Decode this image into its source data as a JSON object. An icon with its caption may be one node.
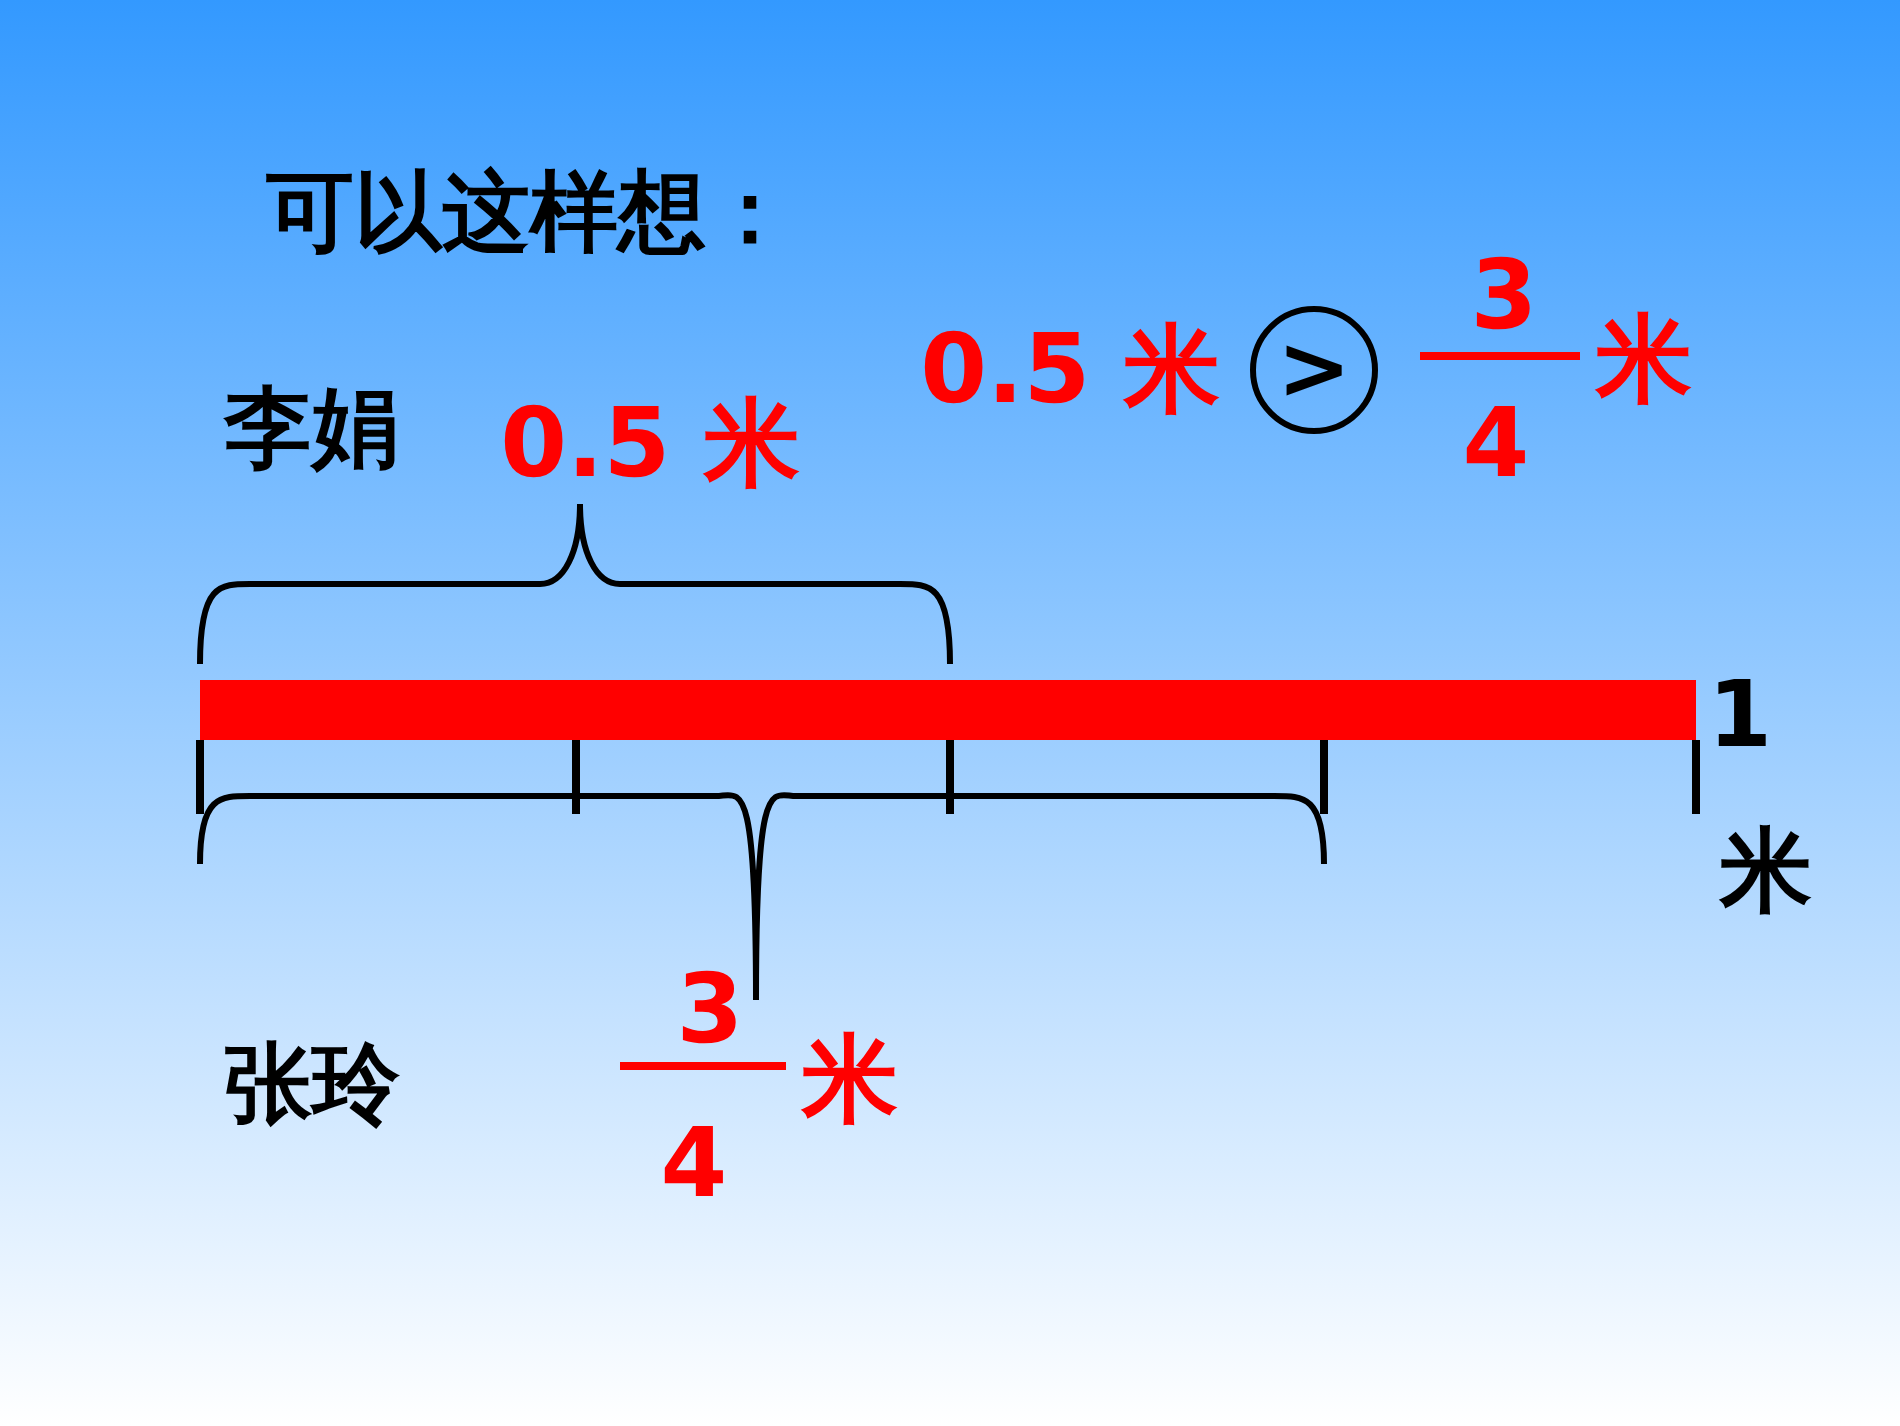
{
  "diagram": {
    "title": "可以这样想：",
    "nodes": [
      {
        "text": [
          ">"
        ]
      }
    ],
    "labels": [
      "0.5 米",
      "3",
      "米",
      "4",
      "李娟",
      "0.5 米",
      "1",
      "米",
      "张玲",
      "3",
      "米",
      "4"
    ]
  }
}
